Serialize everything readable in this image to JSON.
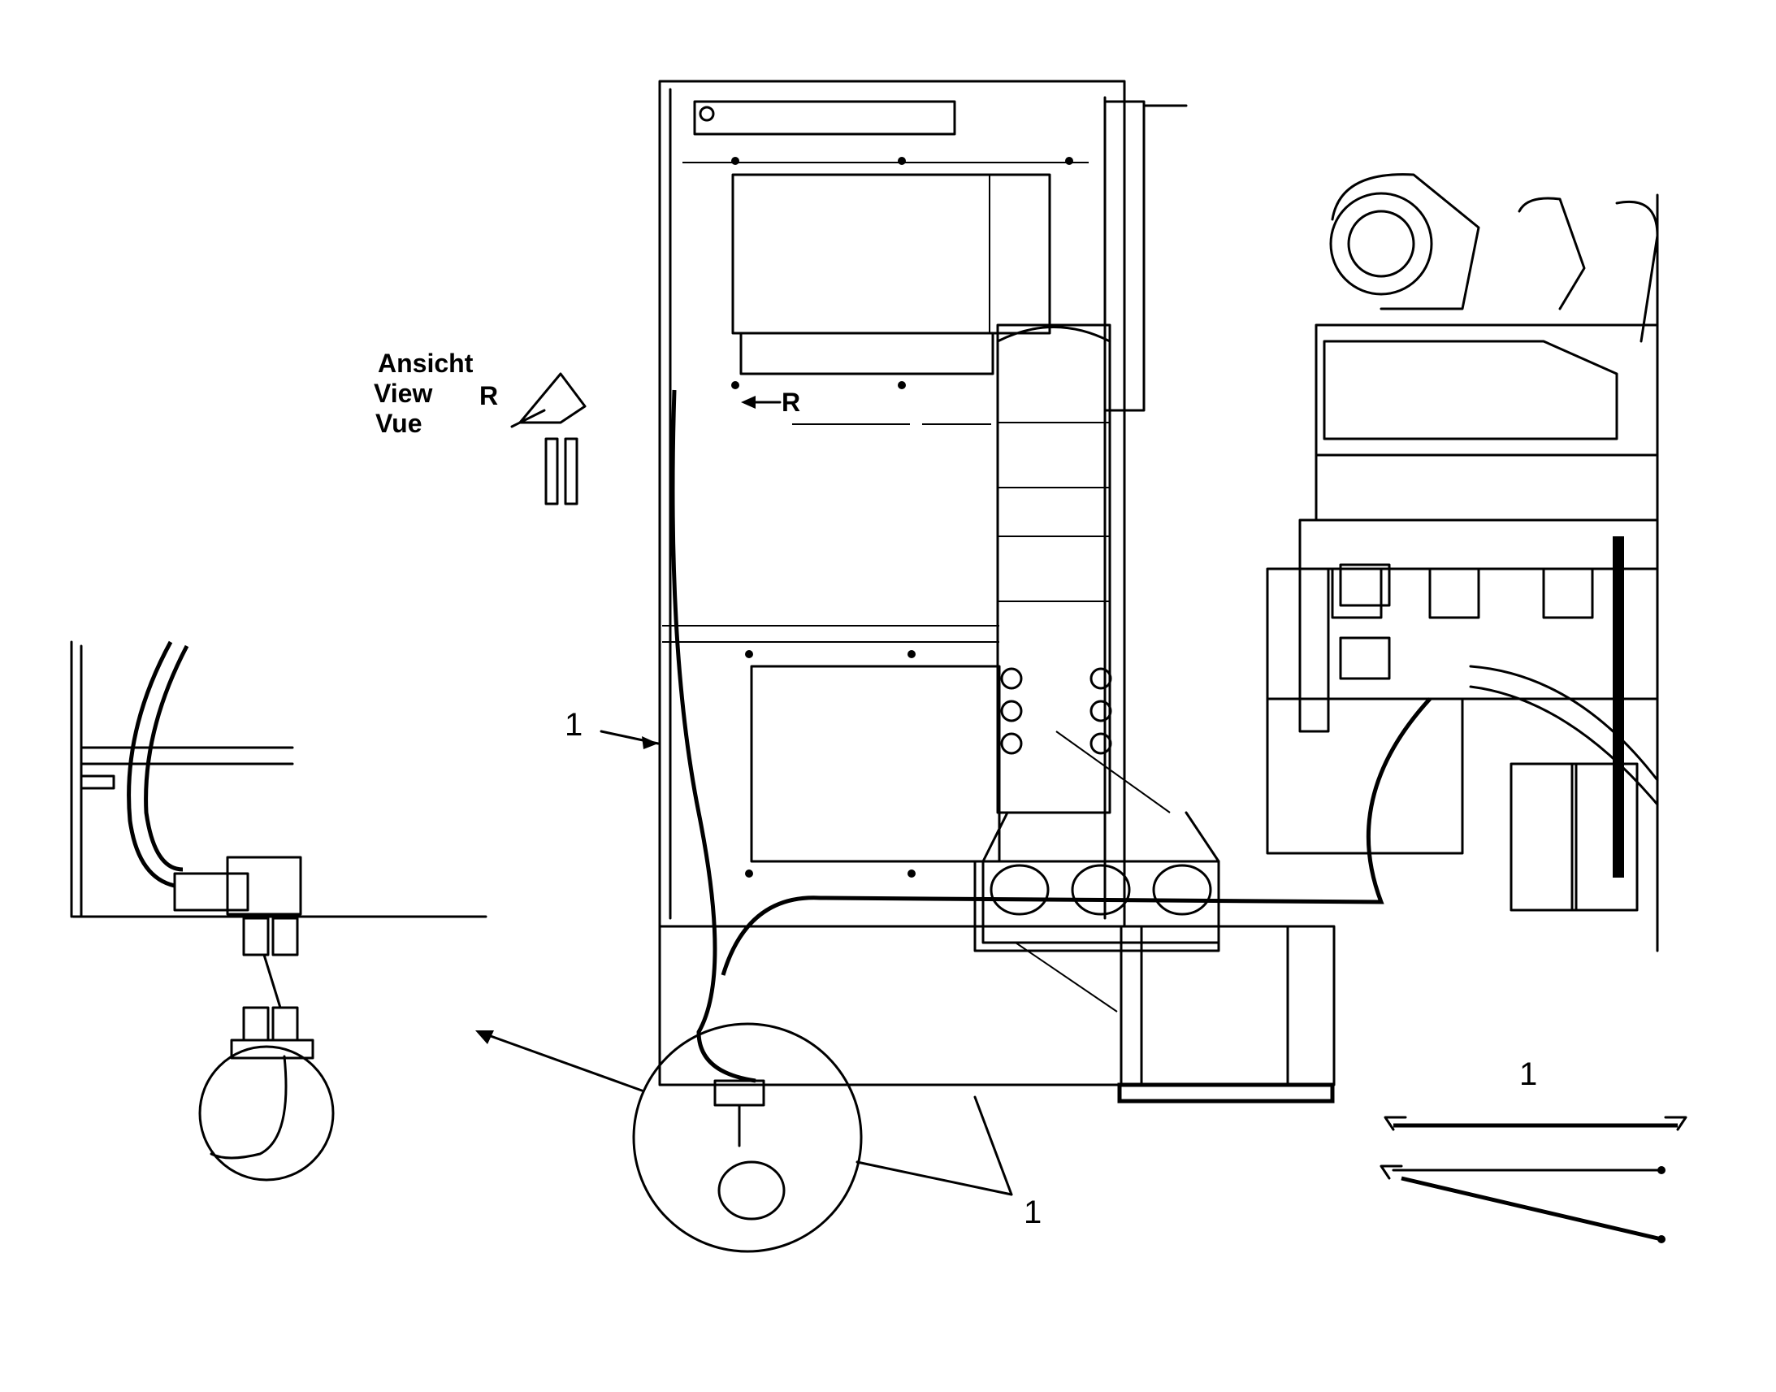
{
  "view_label": {
    "line1": "Ansicht",
    "line2": "View",
    "line3": "Vue",
    "letter": "R"
  },
  "arrow_label": "R",
  "callouts": {
    "harness_left": "1",
    "harness_bottom": "1",
    "harness_part": "1"
  },
  "colors": {
    "ink": "#000000",
    "paper": "#ffffff"
  }
}
